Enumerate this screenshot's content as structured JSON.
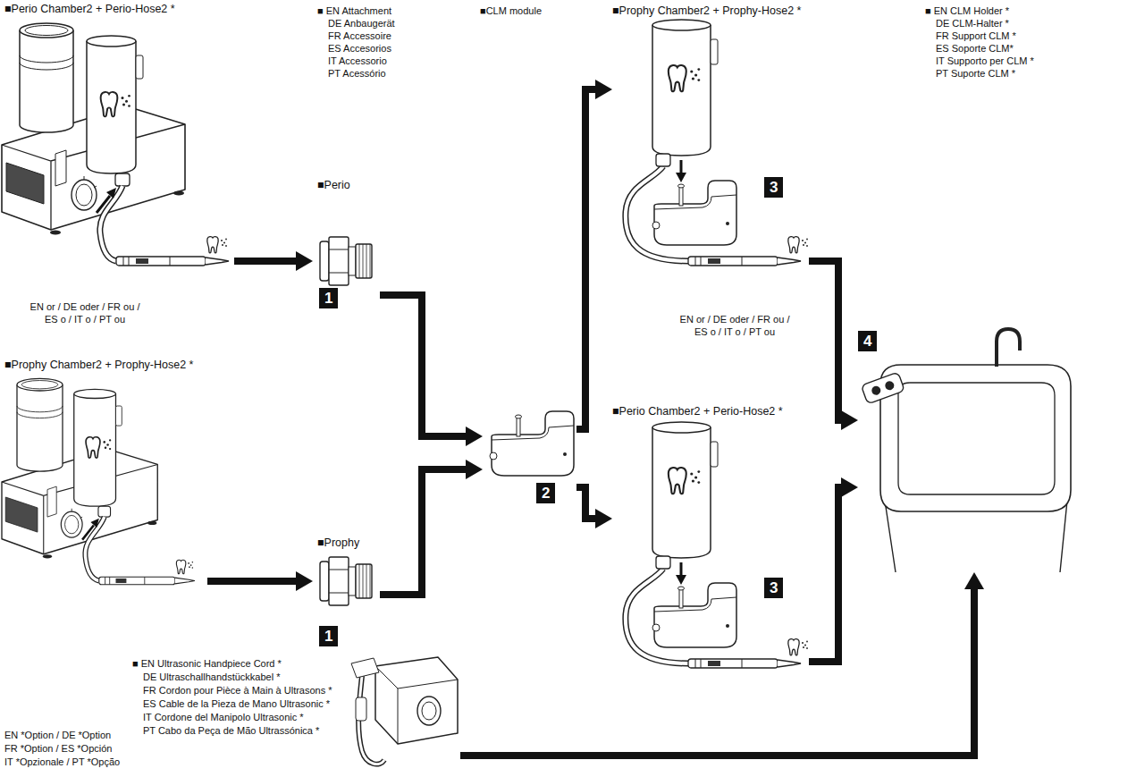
{
  "diagram": {
    "nodes": [
      {
        "text": [
          "■Perio Chamber2 + Perio-Hose2 *"
        ]
      },
      {
        "text": [
          "■Prophy Chamber2 + Prophy-Hose2 *"
        ]
      },
      {
        "text": [
          "■Perio",
          "1"
        ]
      },
      {
        "text": [
          "■Prophy",
          "1"
        ]
      },
      {
        "text": [
          "2"
        ]
      },
      {
        "text": [
          "■Prophy Chamber2 + Prophy-Hose2 *",
          "3"
        ]
      },
      {
        "text": [
          "■Perio Chamber2 + Perio-Hose2 *",
          "3"
        ]
      },
      {
        "text": [
          "4"
        ]
      },
      {
        "text": [
          "■ EN Ultrasonic Handpiece Cord *",
          "DE Ultraschallhandstückkabel *",
          "FR Cordon pour Pièce à Main à Ultrasons *",
          "ES Cable de la Pieza de Mano Ultrasonic *",
          "IT Cordone del Manipolo Ultrasonic *",
          "PT Cabo da Peça de Mão Ultrassónica *"
        ]
      }
    ],
    "edges": [
      {
        "from": 0,
        "to": 2,
        "arrow": "to"
      },
      {
        "from": 1,
        "to": 3,
        "arrow": "to"
      },
      {
        "from": 2,
        "to": 4,
        "arrow": "to"
      },
      {
        "from": 3,
        "to": 4,
        "arrow": "to"
      },
      {
        "from": 4,
        "to": 5,
        "arrow": "to"
      },
      {
        "from": 4,
        "to": 6,
        "arrow": "to"
      },
      {
        "from": 5,
        "to": 7,
        "arrow": "to"
      },
      {
        "from": 6,
        "to": 7,
        "arrow": "to"
      },
      {
        "from": 8,
        "to": 7,
        "arrow": "to"
      }
    ],
    "labels": [
      "■ EN Attachment",
      "DE Anbaugerät",
      "FR Accessoire",
      "ES Accesorios",
      "IT Accessorio",
      "PT Acessório",
      "■CLM module",
      "■ EN CLM Holder *",
      "DE CLM-Halter *",
      "FR Support CLM *",
      "ES Soporte CLM*",
      "IT Supporto per CLM *",
      "PT Suporte CLM *",
      "EN or / DE oder / FR ou / ES o / IT o / PT ou",
      "EN or / DE oder / FR ou / ES o / IT o / PT ou",
      "EN *Option / DE *Option",
      "FR *Option / ES *Opción",
      "IT *Opzionale / PT *Opção"
    ]
  }
}
